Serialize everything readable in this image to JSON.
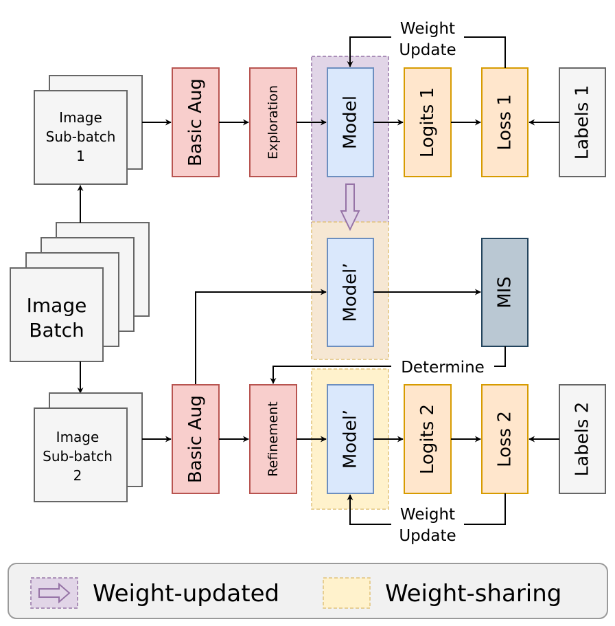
{
  "top": {
    "sub_batch_label": [
      "Image",
      "Sub-batch",
      "1"
    ],
    "basic_aug": "Basic Aug",
    "exploration": "Exploration",
    "model": "Model",
    "logits": "Logits 1",
    "loss": "Loss 1",
    "labels": "Labels 1",
    "weight_update": [
      "Weight",
      "Update"
    ]
  },
  "middle": {
    "batch_label": [
      "Image",
      "Batch"
    ],
    "model_prime": "Model’",
    "mis": "MIS",
    "determine": "Determine"
  },
  "bottom": {
    "sub_batch_label": [
      "Image",
      "Sub-batch",
      "2"
    ],
    "basic_aug": "Basic Aug",
    "refinement": "Refinement",
    "model_prime": "Model’",
    "logits": "Logits 2",
    "loss": "Loss 2",
    "labels": "Labels 2",
    "weight_update": [
      "Weight",
      "Update"
    ]
  },
  "legend": {
    "weight_updated": "Weight-updated",
    "weight_sharing": "Weight-sharing"
  },
  "colors": {
    "aug_fill": "#f8cecc",
    "aug_stroke": "#b85450",
    "model_fill": "#dae8fc",
    "model_stroke": "#6c8ebf",
    "logit_fill": "#ffe6cc",
    "logit_stroke": "#d79b00",
    "gray_fill": "#f5f5f5",
    "gray_stroke": "#666666",
    "mis_fill": "#bac8d3",
    "mis_stroke": "#23445d",
    "purple_fill": "#e1d5e7",
    "purple_stroke": "#9673a6",
    "yellow_fill": "#fff2cc",
    "yellow_stroke": "#d6b656",
    "orange_region_fill": "#f6e7d3"
  }
}
